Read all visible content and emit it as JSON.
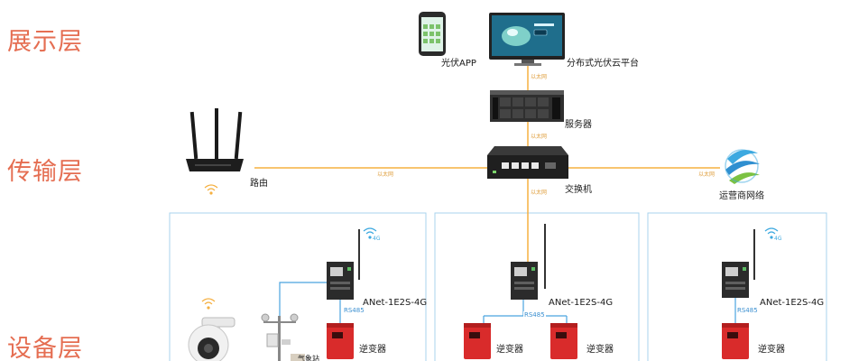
{
  "layers": {
    "display": "展示层",
    "transport": "传输层",
    "device": "设备层"
  },
  "devices": {
    "app": "光伏APP",
    "platform": "分布式光伏云平台",
    "server": "服务器",
    "switch": "交换机",
    "router": "路由",
    "carrier": "运营商网络",
    "gateway_1": "ANet-1E2S-4G",
    "gateway_2": "ANet-1E2S-4G",
    "gateway_3": "ANet-1E2S-4G",
    "inverter_1": "逆变器",
    "inverter_2a": "逆变器",
    "inverter_2b": "逆变器",
    "inverter_3": "逆变器",
    "weather": "气象站"
  },
  "links": {
    "ethernet_top": "以太网",
    "ethernet_mid": "以太网",
    "ethernet_left": "以太网",
    "ethernet_right": "以太网",
    "ethernet_down": "以太网",
    "rs485_1": "RS485",
    "rs485_2": "RS485",
    "rs485_3": "RS485",
    "wifi_1": "4G",
    "wifi_3": "4G"
  },
  "colors": {
    "layer_text": "#e56e52",
    "ethernet_line": "#f5b041",
    "rs485_line": "#4aa3df",
    "frame": "#a9d3ee",
    "inverter_red": "#d92b2b"
  }
}
